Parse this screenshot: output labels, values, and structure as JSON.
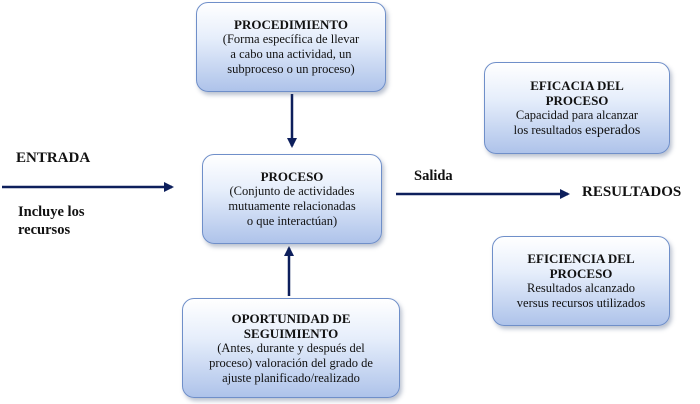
{
  "labels": {
    "entrada": "ENTRADA",
    "incluye_line1": "Incluye los",
    "incluye_line2": "recursos",
    "salida": "Salida",
    "resultados": "RESULTADOS"
  },
  "boxes": {
    "procedimiento": {
      "title": "PROCEDIMIENTO",
      "desc": [
        "(Forma específica de llevar",
        "a cabo una actividad, un",
        "subproceso o un proceso)"
      ]
    },
    "proceso": {
      "title": "PROCESO",
      "desc": [
        "(Conjunto de actividades",
        "mutuamente relacionadas",
        "o que interactúan)"
      ]
    },
    "oportunidad": {
      "title": [
        "OPORTUNIDAD DE",
        "SEGUIMIENTO"
      ],
      "desc": [
        "(Antes, durante y después del",
        "proceso) valoración del grado de",
        "ajuste planificado/realizado"
      ]
    },
    "eficacia": {
      "title": [
        "EFICACIA DEL",
        "PROCESO"
      ],
      "desc": [
        "Capacidad para alcanzar",
        "los resultados",
        "esperados"
      ]
    },
    "eficiencia": {
      "title": [
        "EFICIENCIA DEL",
        "PROCESO"
      ],
      "desc": [
        "Resultados alcanzado",
        "versus recursos utilizados"
      ]
    }
  },
  "colors": {
    "arrow": "#0d1f5c",
    "box_border": "#6f8fc9"
  }
}
